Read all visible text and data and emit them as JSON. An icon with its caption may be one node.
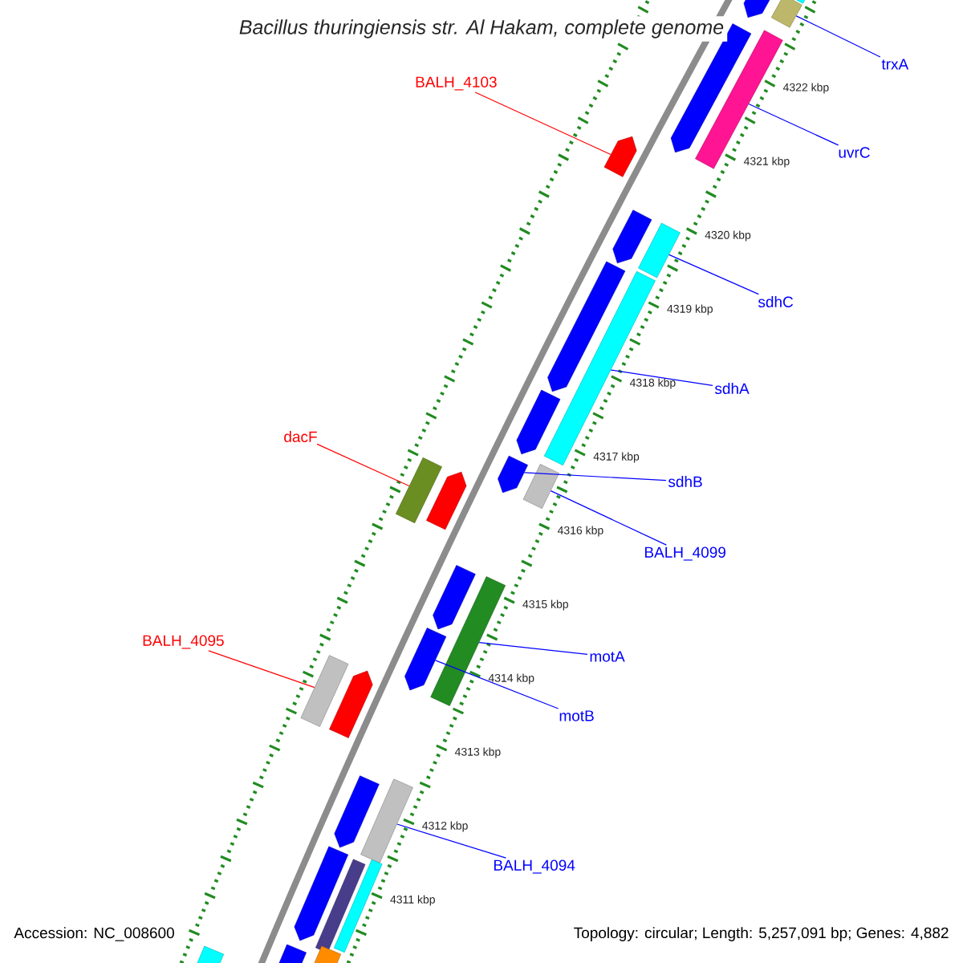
{
  "diagram": {
    "title": "Bacillus thuringiensis str. Al Hakam, complete genome",
    "nodes": [
      {
        "text": [
          "trxA"
        ]
      },
      {
        "text": [],
        "shape": "bar"
      },
      {
        "text": [
          "BALH_4103"
        ]
      },
      {
        "text": [],
        "shape": "arrow"
      },
      {
        "text": [
          "uvrC"
        ]
      },
      {
        "text": [],
        "shape": "bar"
      },
      {
        "text": [
          "sdhC"
        ]
      },
      {
        "text": [],
        "shape": "bar"
      },
      {
        "text": [
          "sdhA"
        ]
      },
      {
        "text": [],
        "shape": "bar"
      },
      {
        "text": [
          "dacF"
        ]
      },
      {
        "text": [],
        "shape": "bar"
      },
      {
        "text": [
          "sdhB"
        ]
      },
      {
        "text": [],
        "shape": "arrow"
      },
      {
        "text": [
          "BALH_4099"
        ]
      },
      {
        "text": [],
        "shape": "bar"
      },
      {
        "text": [
          "BALH_4095"
        ]
      },
      {
        "text": [],
        "shape": "bar"
      },
      {
        "text": [
          "motA"
        ]
      },
      {
        "text": [],
        "shape": "bar"
      },
      {
        "text": [
          "motB"
        ]
      },
      {
        "text": [],
        "shape": "arrow"
      },
      {
        "text": [
          "BALH_4094"
        ]
      },
      {
        "text": [],
        "shape": "bar"
      },
      {
        "text": [],
        "shape": "arrow"
      },
      {
        "text": [],
        "shape": "bar"
      },
      {
        "text": [],
        "shape": "arrow"
      },
      {
        "text": [],
        "shape": "arrow"
      },
      {
        "text": [],
        "shape": "arrow"
      },
      {
        "text": [],
        "shape": "arrow"
      },
      {
        "text": [],
        "shape": "arrow"
      },
      {
        "text": [],
        "shape": "arrow"
      },
      {
        "text": [],
        "shape": "arrow"
      },
      {
        "text": [],
        "shape": "arrow"
      },
      {
        "text": [],
        "shape": "arrow"
      },
      {
        "text": [],
        "shape": "bar"
      },
      {
        "text": [],
        "shape": "bar"
      },
      {
        "text": [],
        "shape": "arrow"
      },
      {
        "text": [],
        "shape": "bar"
      },
      {
        "text": [],
        "shape": "bar"
      }
    ],
    "edges": [
      {
        "from": 0,
        "to": 1,
        "arrow": "none"
      },
      {
        "from": 2,
        "to": 3,
        "arrow": "none",
        "color": "#ff0000"
      },
      {
        "from": 4,
        "to": 5,
        "arrow": "none"
      },
      {
        "from": 6,
        "to": 7,
        "arrow": "none"
      },
      {
        "from": 8,
        "to": 9,
        "arrow": "none"
      },
      {
        "from": 10,
        "to": 11,
        "arrow": "none",
        "color": "#ff0000"
      },
      {
        "from": 12,
        "to": 13,
        "arrow": "none"
      },
      {
        "from": 14,
        "to": 15,
        "arrow": "none"
      },
      {
        "from": 16,
        "to": 17,
        "arrow": "none",
        "color": "#ff0000"
      },
      {
        "from": 18,
        "to": 19,
        "arrow": "none"
      },
      {
        "from": 20,
        "to": 21,
        "arrow": "none"
      },
      {
        "from": 22,
        "to": 23,
        "arrow": "none"
      }
    ],
    "labels": [
      "4322 kbp",
      "4321 kbp",
      "4320 kbp",
      "4319 kbp",
      "4318 kbp",
      "4317 kbp",
      "4316 kbp",
      "4315 kbp",
      "4314 kbp",
      "4313 kbp",
      "4312 kbp",
      "4311 kbp",
      "Accession: NC_008600",
      "Topology: circular; Length: 5,257,091 bp; Genes: 4,882"
    ]
  }
}
